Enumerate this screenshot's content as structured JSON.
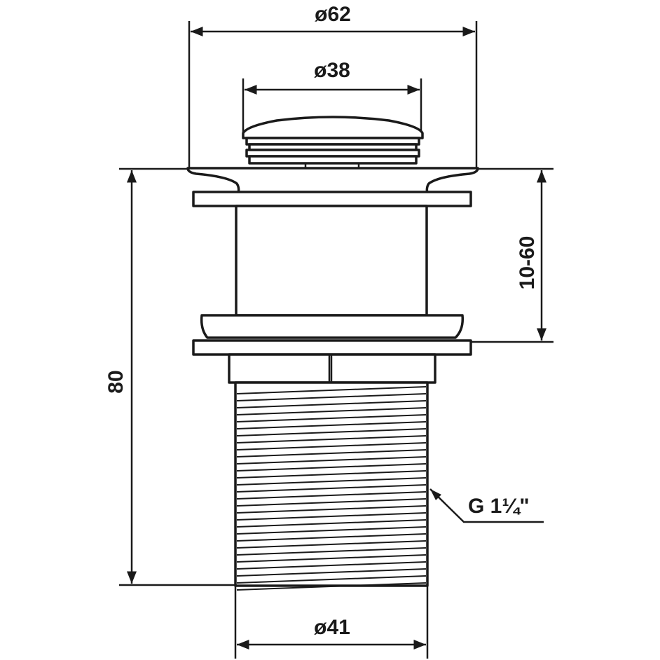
{
  "dimensions": {
    "flange_diameter": "ø62",
    "cap_diameter": "ø38",
    "total_height": "80",
    "adjustable_range": "10-60",
    "thread_diameter": "ø41",
    "thread_spec": "G 1¼\""
  },
  "colors": {
    "line": "#1a1a1a",
    "background": "#ffffff"
  }
}
